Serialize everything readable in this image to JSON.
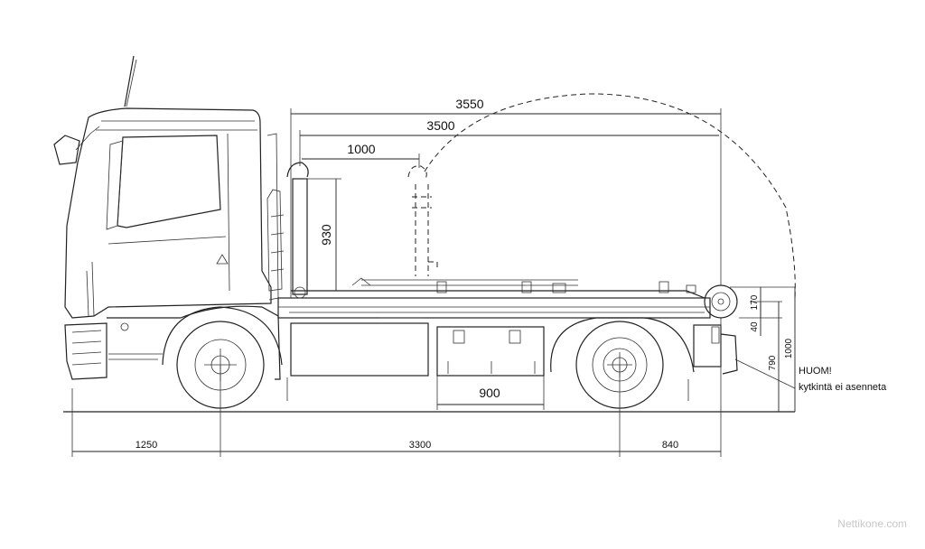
{
  "dimensions": {
    "overall_length": "3550",
    "hook_reach": "3500",
    "hook_travel": "1000",
    "hook_height": "930",
    "toolbox_width": "900",
    "front_overhang": "1250",
    "wheelbase": "3300",
    "rear_overhang": "840",
    "roller_offset": "170",
    "roller_gap": "40",
    "frame_height": "790",
    "total_height": "1000"
  },
  "note": {
    "title": "HUOM!",
    "text": "kytkintä ei asenneta"
  },
  "watermark": "Nettikone.com"
}
